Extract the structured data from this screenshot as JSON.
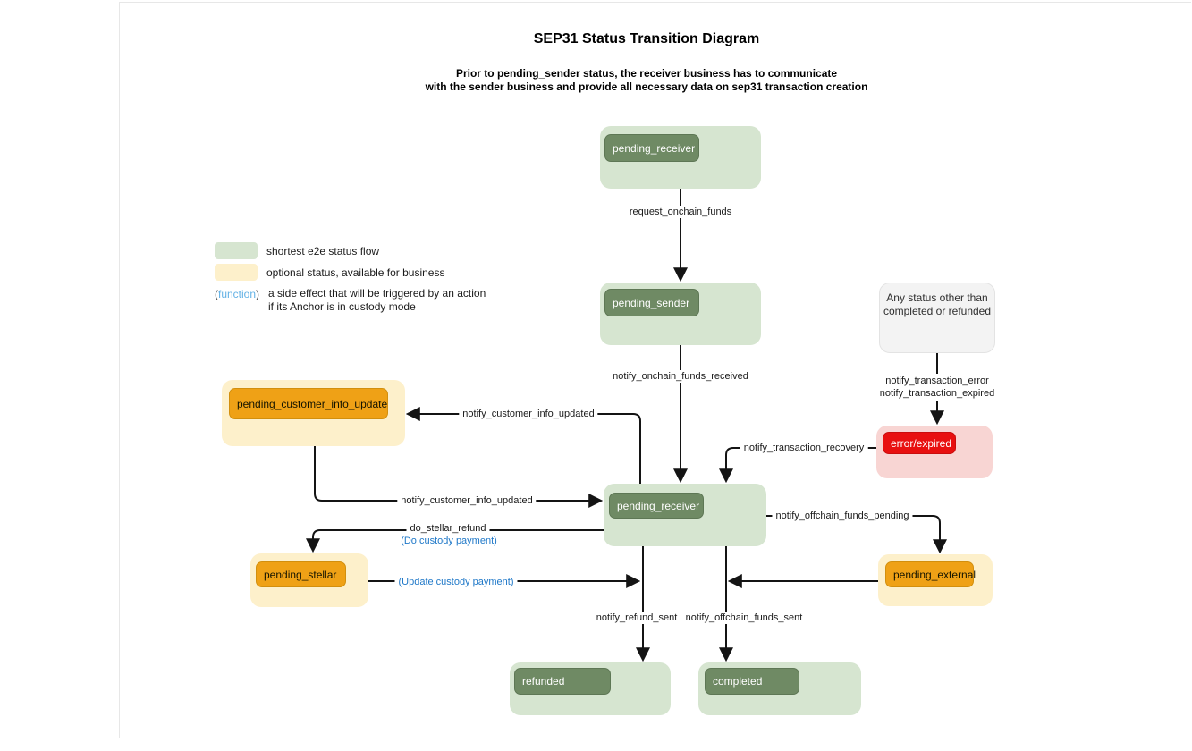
{
  "title": "SEP31 Status Transition Diagram",
  "subtitle": {
    "line1": "Prior to pending_sender status, the receiver business has to communicate",
    "line2": "with the sender business and provide all necessary data on sep31 transaction creation"
  },
  "legend": {
    "shortest_flow": "shortest e2e status flow",
    "optional_status": "optional status, available for business",
    "function_open": "(",
    "function_word": "function",
    "function_close": ")",
    "function_desc1": "a side effect that will be triggered by an action",
    "function_desc2": "if its Anchor is in custody mode"
  },
  "nodes": {
    "pending_receiver_top": "pending_receiver",
    "pending_sender": "pending_sender",
    "any_status_line1": "Any status other than",
    "any_status_line2": "completed or refunded",
    "error_expired": "error/expired",
    "pending_customer_info_update": "pending_customer_info_update",
    "pending_receiver_mid": "pending_receiver",
    "pending_stellar": "pending_stellar",
    "pending_external": "pending_external",
    "refunded": "refunded",
    "completed": "completed"
  },
  "edge_labels": {
    "request_onchain_funds": "request_onchain_funds",
    "notify_onchain_funds_received": "notify_onchain_funds_received",
    "notify_transaction_error": "notify_transaction_error",
    "notify_transaction_expired": "notify_transaction_expired",
    "notify_transaction_recovery": "notify_transaction_recovery",
    "notify_customer_info_updated_top": "notify_customer_info_updated",
    "notify_customer_info_updated_left": "notify_customer_info_updated",
    "do_stellar_refund": "do_stellar_refund",
    "do_custody_payment": "(Do custody payment)",
    "update_custody_payment": "(Update custody payment)",
    "notify_offchain_funds_pending": "notify_offchain_funds_pending",
    "notify_refund_sent": "notify_refund_sent",
    "notify_offchain_funds_sent": "notify_offchain_funds_sent"
  },
  "colors": {
    "green_light": "#d6e5d0",
    "green_dark": "#6f8a64",
    "yellow_light": "#fdf0cb",
    "orange": "#efa116",
    "red_light": "#f8d5d3",
    "red": "#e81010",
    "gray_box": "#f3f3f3",
    "blue_label": "#1f78c8",
    "blue_function": "#62b1e5",
    "arrow": "#141414"
  }
}
